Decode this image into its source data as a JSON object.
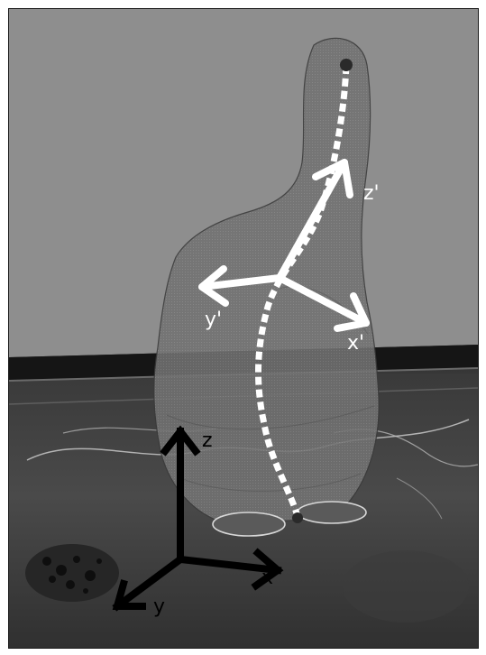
{
  "figure": {
    "local_axes": {
      "x_label": "x'",
      "y_label": "y'",
      "z_label": "z'",
      "color": "#ffffff"
    },
    "global_axes": {
      "x_label": "x",
      "y_label": "y",
      "z_label": "z",
      "color": "#000000"
    },
    "colors": {
      "background": "#8c8c8c",
      "ct_slice_dark": "#2e2e2e",
      "organ_fill": "#6e6e6e",
      "centerline": "#ffffff"
    }
  }
}
